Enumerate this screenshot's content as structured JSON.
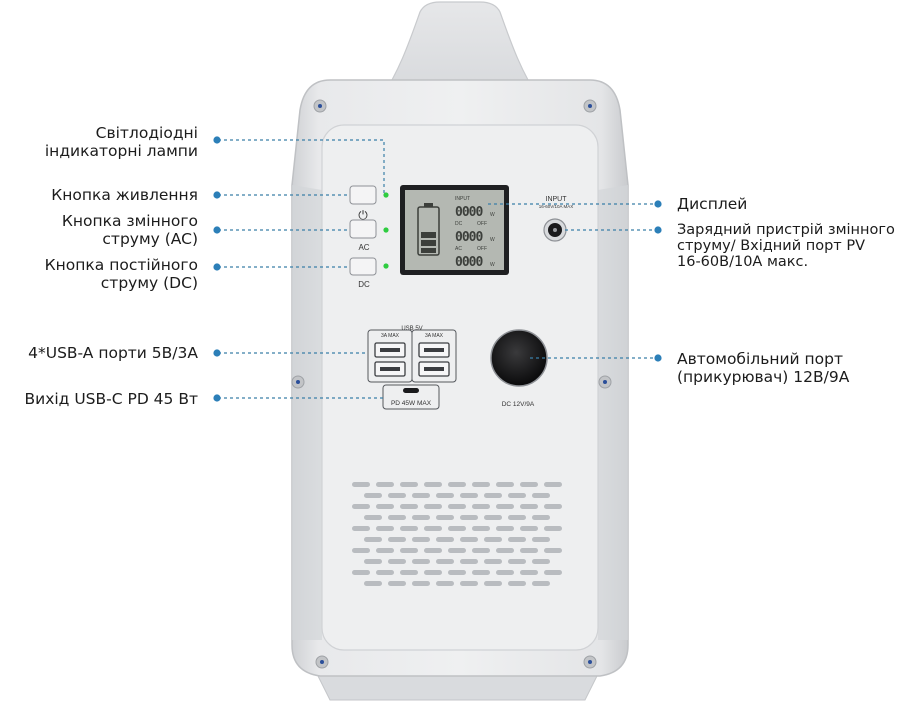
{
  "device": {
    "display_labels": {
      "input": "INPUT",
      "dc": "DC",
      "ac": "AC",
      "off": "OFF",
      "digits": "0000",
      "unit": "W"
    },
    "input_port_label": "INPUT",
    "input_port_spec": "16-60V/10A MAX",
    "ac_button_label": "AC",
    "dc_button_label": "DC",
    "power_symbol": "⏻",
    "usb_group_label": "USB 5V",
    "usb_max_left": "3A MAX",
    "usb_max_right": "3A MAX",
    "usbc_label": "PD 45W MAX",
    "car_port_label": "DC 12V/9A"
  },
  "callouts": {
    "leds": "Світлодіодні\nіндикаторні лампи",
    "power_button": "Кнопка живлення",
    "ac_button": "Кнопка змінного\nструму (AC)",
    "dc_button": "Кнопка постійного\nструму (DC)",
    "usb_a": "4*USB-A порти 5В/3А",
    "usb_c": "Вихід USB-C PD 45 Вт",
    "display": "Дисплей",
    "charger_input": "Зарядний пристрій змінного\nструму/ Вхідний порт PV\n16-60В/10А макс.",
    "car_port": "Автомобільний порт\n(прикурювач) 12В/9А"
  },
  "colors": {
    "leader_line": "#3a7fa8",
    "dot": "#2c7fb8",
    "led": "#2ecc40",
    "body": "#e9eaec",
    "lcd": "#b4b8b2"
  }
}
